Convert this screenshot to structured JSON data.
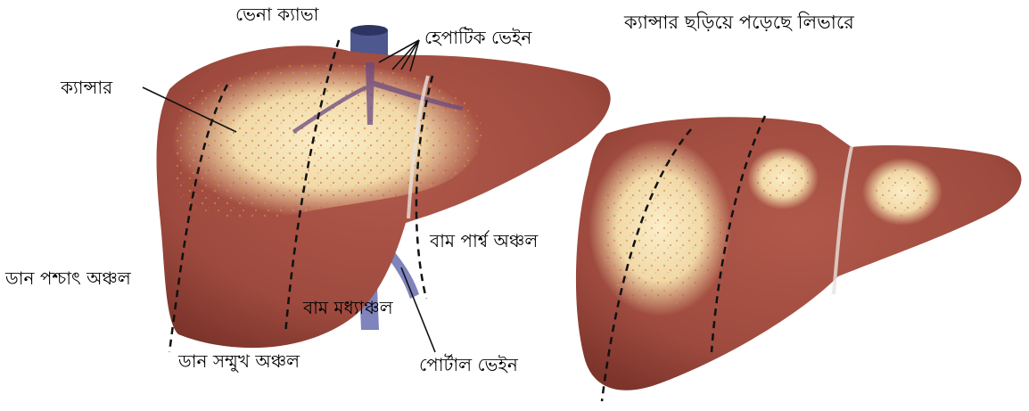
{
  "labels": {
    "vena_cava": "ভেনা ক্যাভা",
    "hepatic_vein": "হেপাটিক ভেইন",
    "cancer": "ক্যান্সার",
    "cancer_spread_title": "ক্যান্সার ছড়িয়ে পড়েছে লিভারে",
    "left_lateral_segment": "বাম পার্শ্ব অঞ্চল",
    "right_posterior_segment": "ডান পশ্চাৎ অঞ্চল",
    "left_medial_segment": "বাম মধ্যাঞ্চল",
    "right_anterior_segment": "ডান সম্মুখ অঞ্চল",
    "portal_vein": "পোর্টাল ভেইন"
  },
  "colors": {
    "liver": "#9e4a3e",
    "liver_dark": "#7c342b",
    "tumor": "#f1d9a8",
    "vein_blue": "#5a5f9e",
    "line": "#111111"
  }
}
